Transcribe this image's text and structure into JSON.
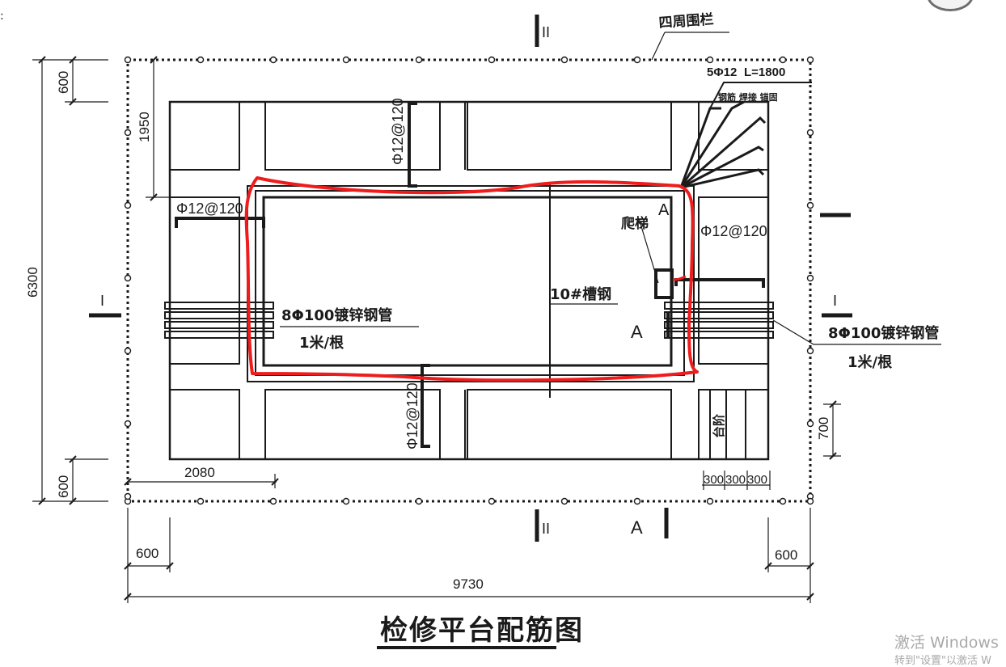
{
  "drawing": {
    "title": "检修平台配筋图",
    "fence_label": "四周围栏",
    "rebar_top": "5Φ12",
    "rebar_length": "L=1800",
    "rebar_fan_note": "钢筋 焊接 锚固",
    "label_rebar_spacing": "Φ12@120",
    "label_pipe": "8Φ100镀锌钢管",
    "label_pipe_spacing": "1米/根",
    "label_channel": "10#槽钢",
    "label_ladder": "爬梯",
    "label_steps": "台阶",
    "section_mark_a": "A",
    "section_mark_i": "I",
    "section_mark_ii": "II"
  },
  "dimensions": {
    "overall_width": "9730",
    "overall_height": "6300",
    "edge_600": "600",
    "top_offset": "1950",
    "left_span": "2080",
    "step_height": "700",
    "step_width": "300"
  },
  "watermark": {
    "line1": "激活 Windows",
    "line2": "转到\"设置\"以激活 W"
  },
  "colors": {
    "ink": "#1a1a1a",
    "markup_red": "#ee1c1c",
    "watermark": "#a9a9a9"
  }
}
